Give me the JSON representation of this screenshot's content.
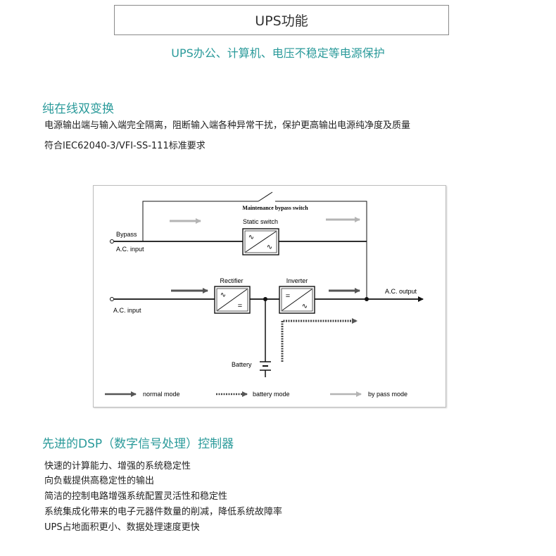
{
  "header": {
    "title": "UPS功能"
  },
  "subtitle": "UPS办公、计算机、电压不稳定等电源保护",
  "section1": {
    "heading": "纯在线双变换",
    "lines": [
      "电源输出端与输入端完全隔离，阻断输入端各种异常干扰，保护更高输出电源纯净度及质量",
      "符合IEC62040-3/VFI-SS-111标准要求"
    ]
  },
  "diagram": {
    "maintenance_label": "Maintenance bypass switch",
    "static_switch_label": "Static switch",
    "bypass_label": "Bypass",
    "ac_input_top": "A.C. input",
    "ac_input_bottom": "A.C. input",
    "rectifier_label": "Rectifier",
    "inverter_label": "Inverter",
    "ac_output_label": "A.C. output",
    "battery_label": "Battery",
    "ac_symbol": "∿",
    "dc_symbol": "=",
    "legend": {
      "normal": "normal mode",
      "battery": "battery mode",
      "bypass": "by pass mode"
    },
    "colors": {
      "normal_arrow": "#555555",
      "bypass_arrow": "#b4b4b4",
      "battery_arrow": "#444444",
      "line": "#111111"
    }
  },
  "section2": {
    "heading": "先进的DSP（数字信号处理）控制器",
    "lines": [
      "快速的计算能力、增强的系统稳定性",
      "向负载提供高稳定性的输出",
      "简洁的控制电路增强系统配置灵活性和稳定性",
      "系统集成化带来的电子元器件数量的削减，降低系统故障率",
      "UPS占地面积更小、数据处理速度更快"
    ]
  }
}
